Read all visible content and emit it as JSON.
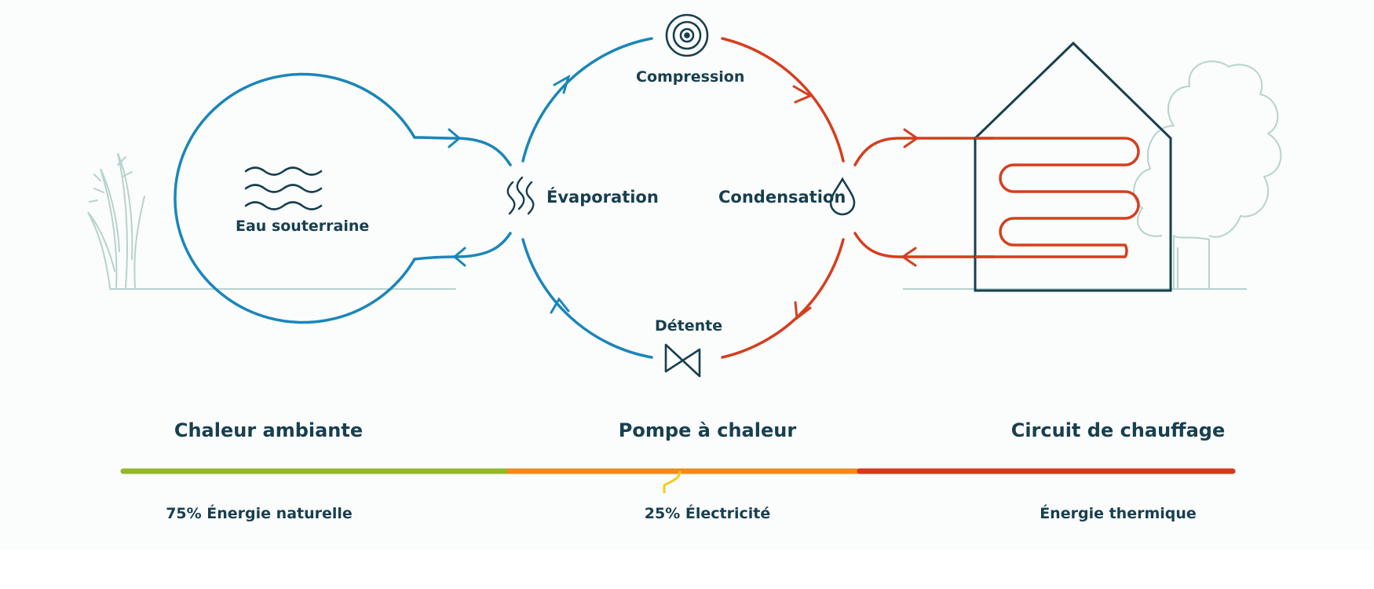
{
  "labels": {
    "groundwater": "Eau souterraine",
    "compression": "Compression",
    "evaporation": "Évaporation",
    "condensation": "Condensation",
    "expansion": "Détente"
  },
  "sections": {
    "ambient": "Chaleur ambiante",
    "heat_pump": "Pompe à chaleur",
    "heating_circuit": "Circuit de chauffage"
  },
  "energy": {
    "natural": "75% Énergie naturelle",
    "electricity": "25% Électricité",
    "thermal": "Énergie thermique"
  },
  "colors": {
    "blue": "#1a86b8",
    "red": "#d43f1f",
    "dark": "#173f4f",
    "green": "#93b72a",
    "orange": "#f08a1c",
    "deep_red": "#d8351c",
    "yellow": "#f5cb1a",
    "outline_green": "#b6d3cd"
  }
}
